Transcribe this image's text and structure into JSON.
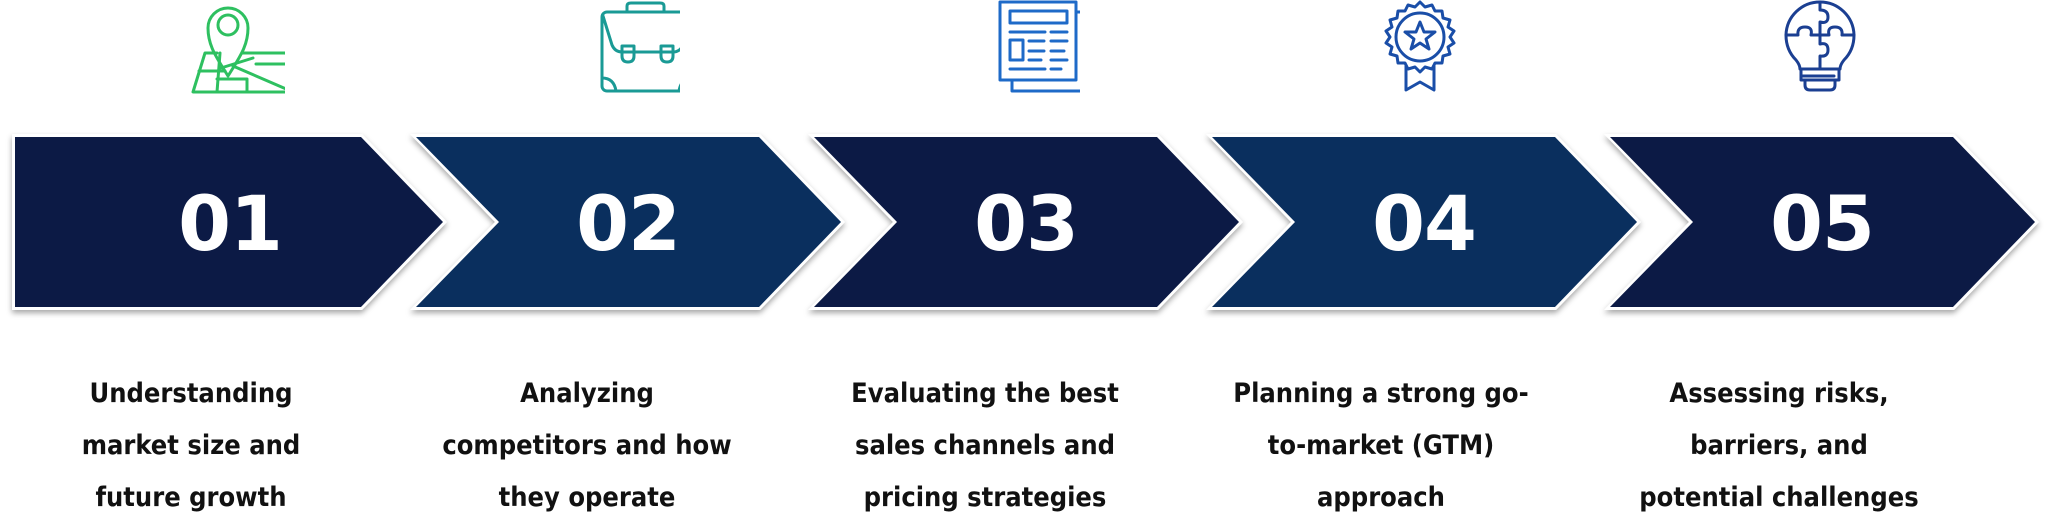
{
  "colors": {
    "arrow_dark": "#0c1a45",
    "arrow_mid": "#0a2f5e",
    "number_text": "#ffffff",
    "desc_text": "#111111"
  },
  "steps": [
    {
      "number": "01",
      "icon": "map-pin-icon",
      "icon_color": "#2ec060",
      "lines": [
        "Understanding",
        "market size and",
        "future growth"
      ]
    },
    {
      "number": "02",
      "icon": "briefcase-icon",
      "icon_color": "#1a9a95",
      "lines": [
        "Analyzing",
        "competitors and how",
        "they operate"
      ]
    },
    {
      "number": "03",
      "icon": "newspaper-icon",
      "icon_color": "#1e6ac8",
      "lines": [
        "Evaluating the best",
        "sales channels and",
        "pricing strategies"
      ]
    },
    {
      "number": "04",
      "icon": "award-badge-icon",
      "icon_color": "#1a4ea8",
      "lines": [
        "Planning a strong go-",
        "to-market (GTM)",
        "approach"
      ]
    },
    {
      "number": "05",
      "icon": "puzzle-lightbulb-icon",
      "icon_color": "#1b3f92",
      "lines": [
        "Assessing risks,",
        "barriers, and",
        "potential challenges"
      ]
    }
  ]
}
